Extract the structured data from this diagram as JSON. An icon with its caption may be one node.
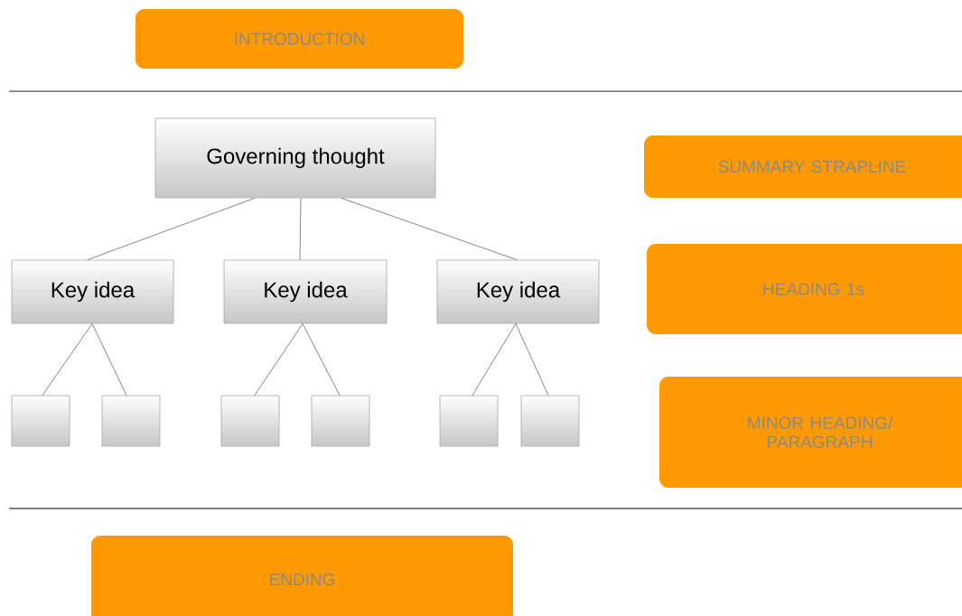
{
  "diagram": {
    "nodes": [
      {
        "text": [
          "INTRODUCTION"
        ]
      },
      {
        "text": [
          "Governing thought"
        ]
      },
      {
        "text": [
          "Key idea"
        ]
      },
      {
        "text": [
          "Key idea"
        ]
      },
      {
        "text": [
          "Key idea"
        ]
      },
      {
        "text": [],
        "shape": "box"
      },
      {
        "text": [],
        "shape": "box"
      },
      {
        "text": [],
        "shape": "box"
      },
      {
        "text": [],
        "shape": "box"
      },
      {
        "text": [],
        "shape": "box"
      },
      {
        "text": [],
        "shape": "box"
      },
      {
        "text": [
          "SUMMARY STRAPLINE"
        ]
      },
      {
        "text": [
          "HEADING 1s"
        ]
      },
      {
        "text": [
          "MINOR HEADING/ PARAGRAPH"
        ]
      },
      {
        "text": [
          "ENDING"
        ]
      }
    ],
    "edges": [
      {
        "from": 1,
        "to": 2,
        "arrow": "none"
      },
      {
        "from": 1,
        "to": 3,
        "arrow": "none"
      },
      {
        "from": 1,
        "to": 4,
        "arrow": "none"
      },
      {
        "from": 2,
        "to": 5,
        "arrow": "none"
      },
      {
        "from": 2,
        "to": 6,
        "arrow": "none"
      },
      {
        "from": 3,
        "to": 7,
        "arrow": "none"
      },
      {
        "from": 3,
        "to": 8,
        "arrow": "none"
      },
      {
        "from": 4,
        "to": 9,
        "arrow": "none"
      },
      {
        "from": 4,
        "to": 10,
        "arrow": "none"
      }
    ]
  }
}
